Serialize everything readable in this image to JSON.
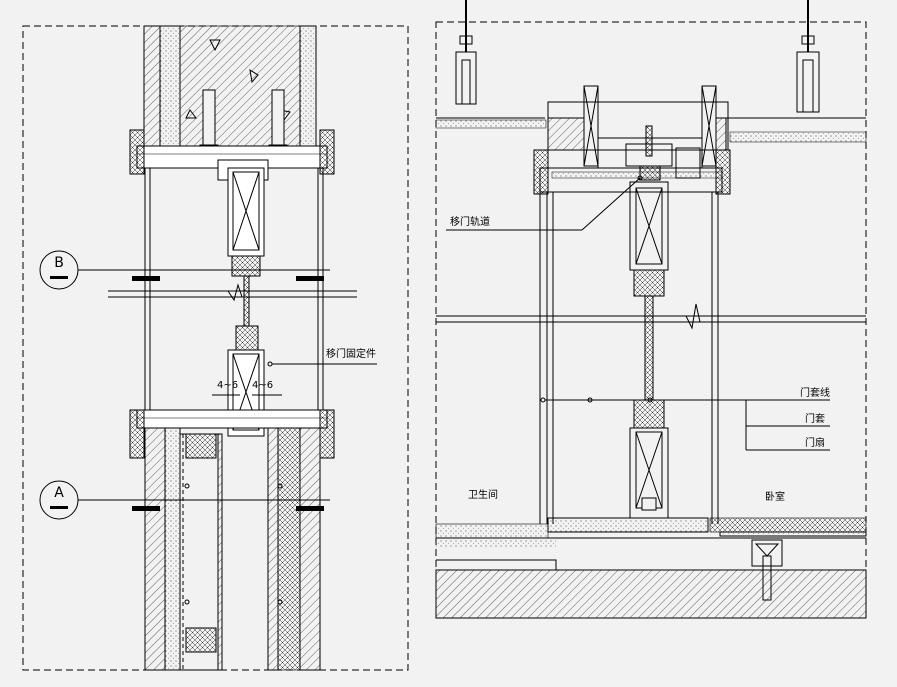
{
  "left_view": {
    "marker_b": "B",
    "marker_a": "A",
    "label_fixing": "移门固定件",
    "dim_left": "4~6",
    "dim_right": "4~6"
  },
  "right_view": {
    "label_track": "移门轨道",
    "label_trim": "门套线",
    "label_frame": "门套",
    "label_leaf": "门扇",
    "room_left": "卫生间",
    "room_right": "卧室"
  },
  "colors": {
    "background": "#f2f2f2",
    "line": "#000000"
  }
}
